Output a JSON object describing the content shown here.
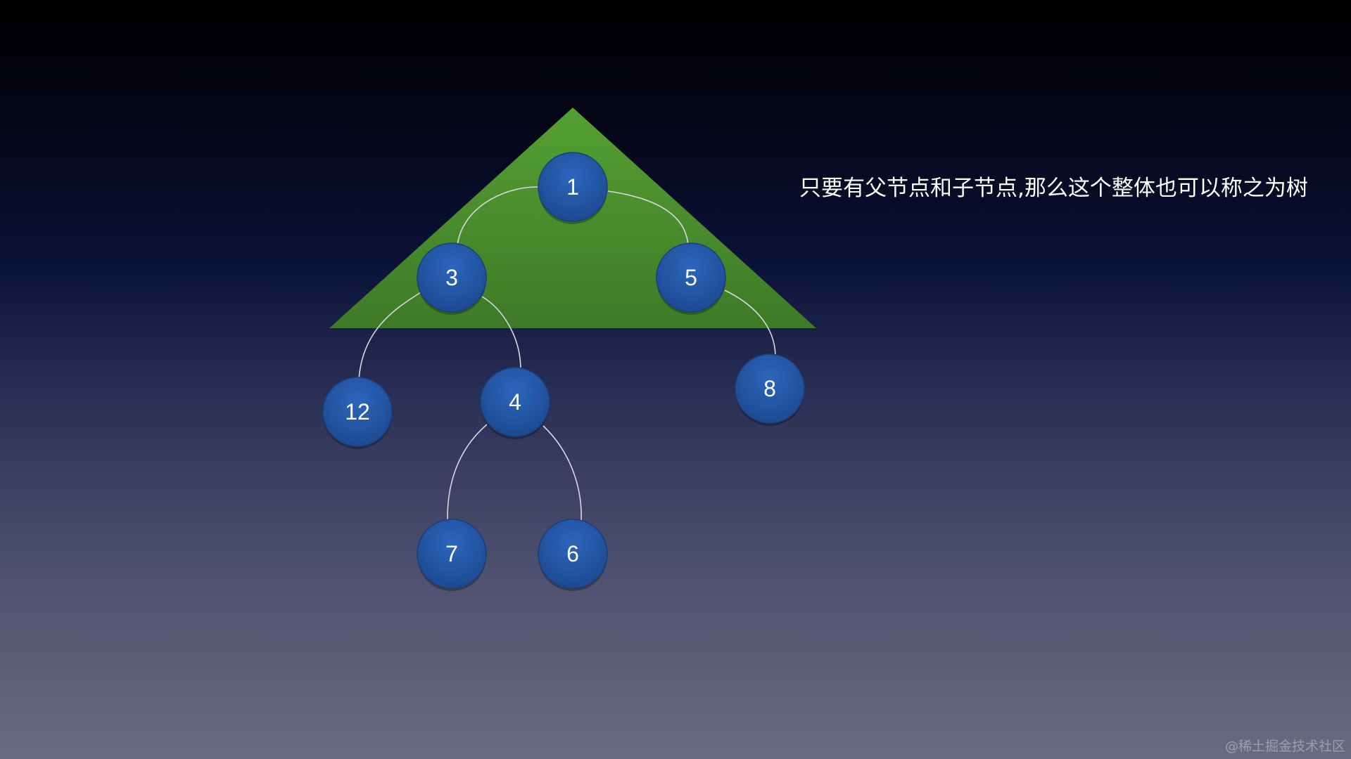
{
  "caption": "只要有父节点和子节点,那么这个整体也可以称之为树",
  "watermark": "@稀土掘金技术社区",
  "colors": {
    "node_fill": "#2358a8",
    "highlight_triangle": "#4a8f2c",
    "edge": "#d6d9e2",
    "text": "#ffffff"
  },
  "tree": {
    "nodes": [
      {
        "id": "n1",
        "label": "1"
      },
      {
        "id": "n3",
        "label": "3"
      },
      {
        "id": "n5",
        "label": "5"
      },
      {
        "id": "n12",
        "label": "12"
      },
      {
        "id": "n4",
        "label": "4"
      },
      {
        "id": "n8",
        "label": "8"
      },
      {
        "id": "n7",
        "label": "7"
      },
      {
        "id": "n6",
        "label": "6"
      }
    ],
    "edges": [
      {
        "from": "n1",
        "to": "n3"
      },
      {
        "from": "n1",
        "to": "n5"
      },
      {
        "from": "n3",
        "to": "n12"
      },
      {
        "from": "n3",
        "to": "n4"
      },
      {
        "from": "n5",
        "to": "n8"
      },
      {
        "from": "n4",
        "to": "n7"
      },
      {
        "from": "n4",
        "to": "n6"
      }
    ],
    "highlighted_subtree": [
      "n1",
      "n3",
      "n5"
    ]
  }
}
